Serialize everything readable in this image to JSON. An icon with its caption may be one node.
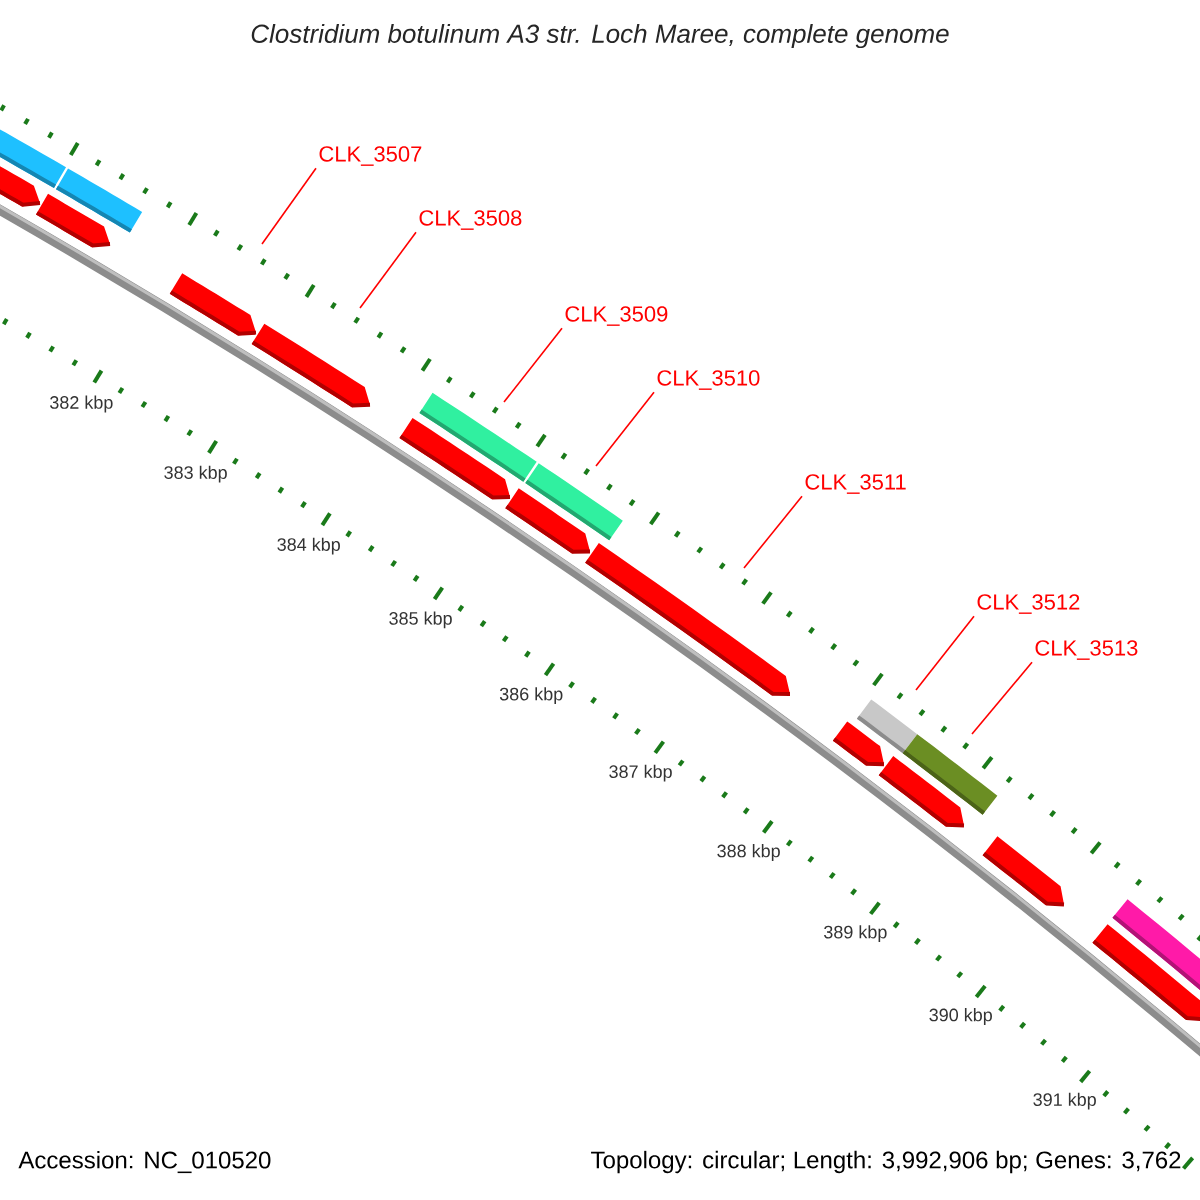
{
  "diagram": {
    "title": "Clostridium botulinum A3 str. Loch Maree, complete genome",
    "nodes": [
      {
        "text": [
          "CLK_3507"
        ]
      },
      {
        "text": [
          "CLK_3508"
        ]
      },
      {
        "text": [
          "CLK_3509"
        ]
      },
      {
        "text": [
          "CLK_3510"
        ]
      },
      {
        "text": [
          "CLK_3511"
        ]
      },
      {
        "text": [
          "CLK_3512"
        ]
      },
      {
        "text": [
          "CLK_3513"
        ]
      }
    ],
    "edges": [
      {
        "from": 0,
        "to": null,
        "arrow": "none"
      },
      {
        "from": 1,
        "to": null,
        "arrow": "none"
      },
      {
        "from": 2,
        "to": null,
        "arrow": "none"
      },
      {
        "from": 3,
        "to": null,
        "arrow": "none"
      },
      {
        "from": 4,
        "to": null,
        "arrow": "none"
      },
      {
        "from": 5,
        "to": null,
        "arrow": "none"
      },
      {
        "from": 6,
        "to": null,
        "arrow": "none"
      }
    ],
    "labels": [
      "382 kbp",
      "383 kbp",
      "384 kbp",
      "385 kbp",
      "386 kbp",
      "387 kbp",
      "388 kbp",
      "389 kbp",
      "390 kbp",
      "391 kbp",
      "Accession: NC_010520",
      "Topology: circular; Length: 3,992,906 bp; Genes: 3,762"
    ]
  }
}
